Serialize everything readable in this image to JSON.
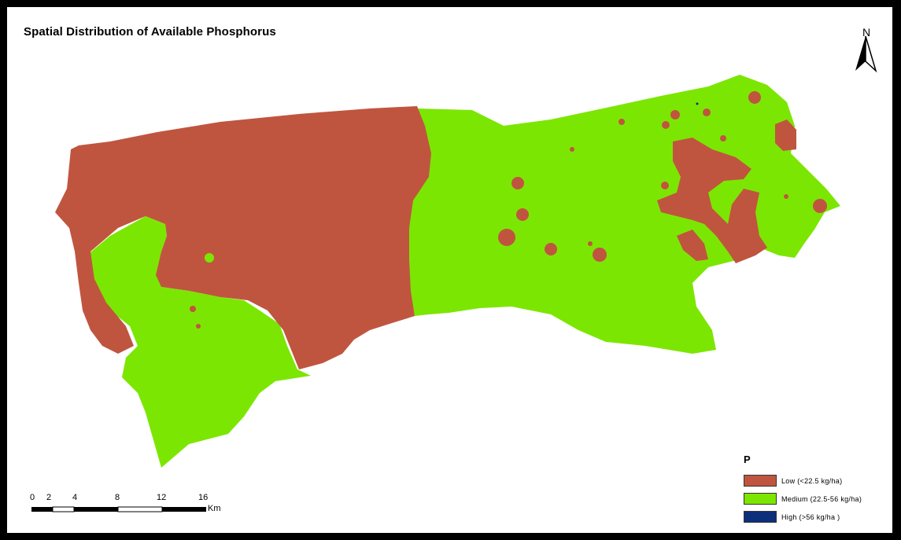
{
  "map": {
    "title": "Spatial Distribution of Available Phosphorus",
    "north_label": "N",
    "legend": {
      "title": "P",
      "items": [
        {
          "label": "Low (<22.5 kg/ha)",
          "color": "#C0553F"
        },
        {
          "label": "Medium (22.5-56 kg/ha)",
          "color": "#7CE603"
        },
        {
          "label": "High (>56 kg/ha )",
          "color": "#0D2E7A"
        }
      ]
    },
    "scale_bar": {
      "ticks": [
        "0",
        "2",
        "4",
        "8",
        "12",
        "16"
      ],
      "unit": "Km"
    }
  }
}
